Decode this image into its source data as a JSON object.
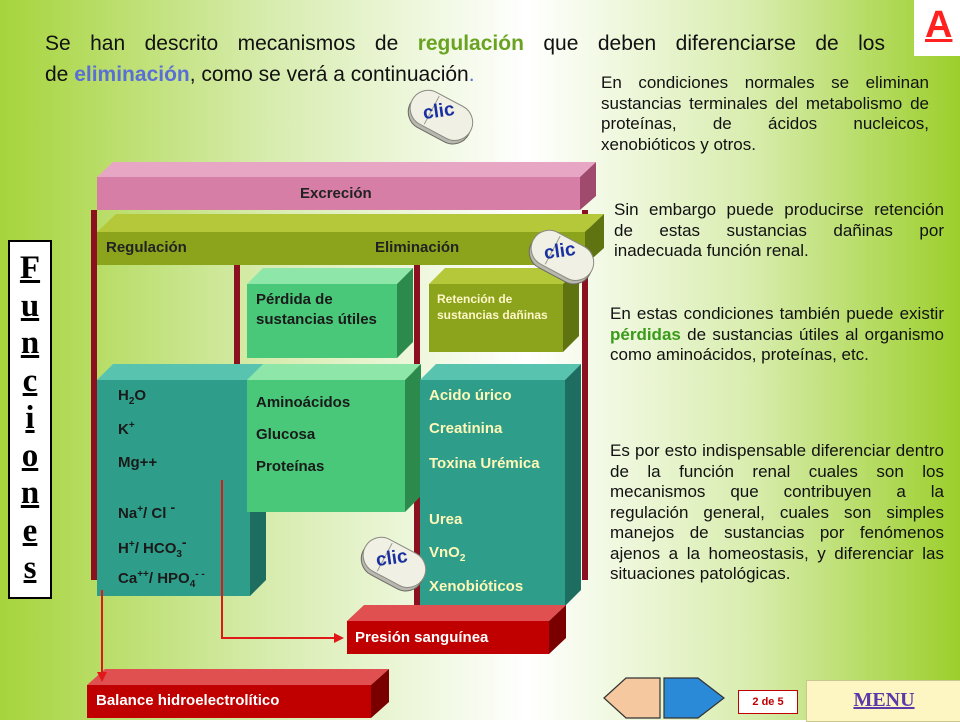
{
  "corner_logo": "A",
  "intro": {
    "part1": "Se han descrito mecanismos de ",
    "word_regulacion": "regulación",
    "part2": "  que deben diferenciarse de los",
    "part3": "de ",
    "word_eliminacion": "eliminación",
    "part4": ", como se verá  a continuación",
    "dot": "."
  },
  "clic": "clic",
  "vertical_title": [
    "F",
    "u",
    "n",
    "c",
    "i",
    "o",
    "n",
    "e",
    "s"
  ],
  "diagram": {
    "excrecion": "Excreción",
    "regulacion": "Regulación",
    "eliminacion": "Eliminación",
    "perdida": "Pérdida de sustancias útiles",
    "retencion": "Retención de sustancias dañinas",
    "regulation_items": [
      {
        "base": "H",
        "sub": "2",
        "rest": "O",
        "sup": ""
      },
      {
        "base": "K",
        "sub": "",
        "rest": "",
        "sup": "+"
      },
      {
        "base": "Mg++",
        "sub": "",
        "rest": "",
        "sup": ""
      },
      {
        "base": "Na",
        "sup": "+",
        "rest": "/ Cl ",
        "sup2": "-"
      },
      {
        "base": "H",
        "sup": "+",
        "rest": "/ HCO",
        "sub": "3",
        "sup2": "-"
      },
      {
        "base": "Ca",
        "sup": "++",
        "rest": "/ HPO",
        "sub": "4",
        "sup2": "- -"
      }
    ],
    "perdida_items": [
      "Aminoácidos",
      "Glucosa",
      "Proteínas"
    ],
    "retencion_items": [
      "Acido úrico",
      "Creatinina",
      "Toxina Urémica",
      "Urea",
      "VnO",
      "Xenobióticos"
    ],
    "vno_sub": "2",
    "presion": "Presión sanguínea",
    "balance": "Balance hidroelectrolítico"
  },
  "paragraphs": [
    "En condiciones normales se eliminan sustancias terminales del metabolismo de proteínas, de ácidos nucleicos, xenobióticos y otros.",
    "Sin embargo puede producirse retención de estas sustancias dañinas por inadecuada función renal.",
    "Es por esto indispensable diferenciar dentro de la función renal cuales son los mecanismos que contribuyen a la regulación general, cuales son simples manejos de sustancias por fenómenos ajenos a la homeostasis, y diferenciar las situaciones patológicas."
  ],
  "para3": {
    "before": "En estas condiciones  también puede existir ",
    "highlight": "pérdidas",
    "after": " de sustancias útiles al organismo como aminoácidos, proteínas, etc."
  },
  "nav": {
    "page": "2 de 5",
    "menu": "MENU"
  },
  "colors": {
    "regulacion_word": "#6aa321",
    "eliminacion_word": "#5a6fd6",
    "perdidas_word": "#3a9a1a",
    "excrecion": "#d77ea6",
    "olive": "#8ba41c",
    "teal": "#2e9e8a",
    "green": "#48c878",
    "red": "#c00000"
  }
}
